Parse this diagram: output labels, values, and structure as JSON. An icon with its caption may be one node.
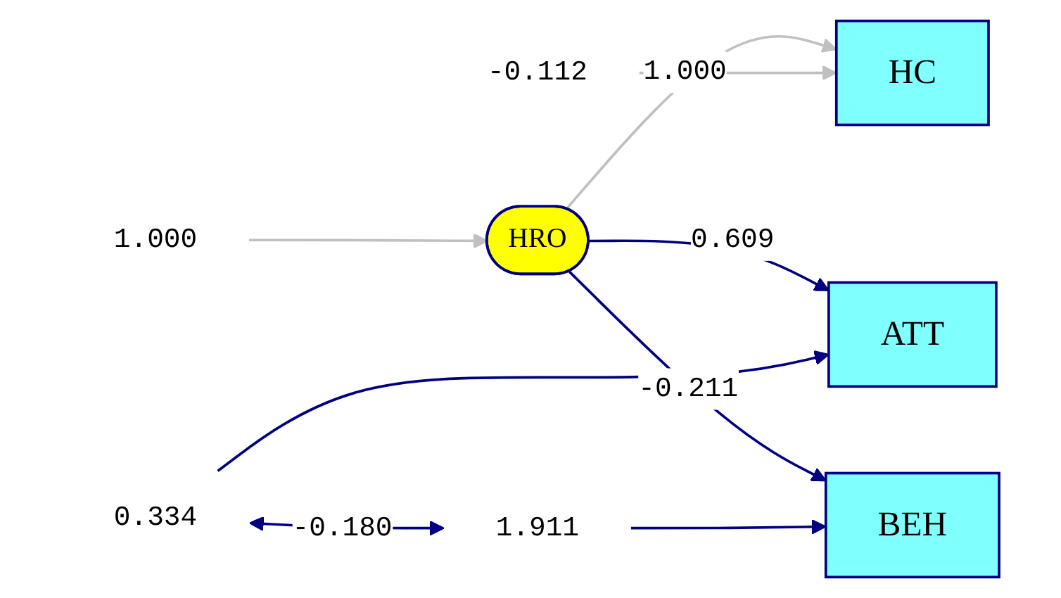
{
  "diagram": {
    "nodes": [
      {
        "text": [
          "1.000"
        ]
      },
      {
        "text": [
          "HRO"
        ]
      },
      {
        "text": [
          "HC"
        ]
      },
      {
        "text": [
          "-0.112"
        ]
      },
      {
        "text": [
          "ATT"
        ]
      },
      {
        "text": [
          "0.334"
        ]
      },
      {
        "text": [
          "BEH"
        ]
      },
      {
        "text": [
          "1.911"
        ]
      }
    ],
    "edges": [
      {
        "from": 0,
        "to": 1,
        "arrow": "to",
        "color": "#c0c0c0"
      },
      {
        "from": 1,
        "to": 2,
        "arrow": "to",
        "label": "1.000",
        "color": "#c0c0c0"
      },
      {
        "from": 3,
        "to": 2,
        "arrow": "to",
        "color": "#c0c0c0"
      },
      {
        "from": 1,
        "to": 4,
        "arrow": "to",
        "label": "0.609"
      },
      {
        "from": 5,
        "to": 4,
        "arrow": "to"
      },
      {
        "from": 1,
        "to": 6,
        "arrow": "to",
        "label": "-0.211"
      },
      {
        "from": 7,
        "to": 6,
        "arrow": "to"
      },
      {
        "from": 5,
        "to": 7,
        "arrow": "both",
        "label": "-0.180"
      }
    ]
  }
}
